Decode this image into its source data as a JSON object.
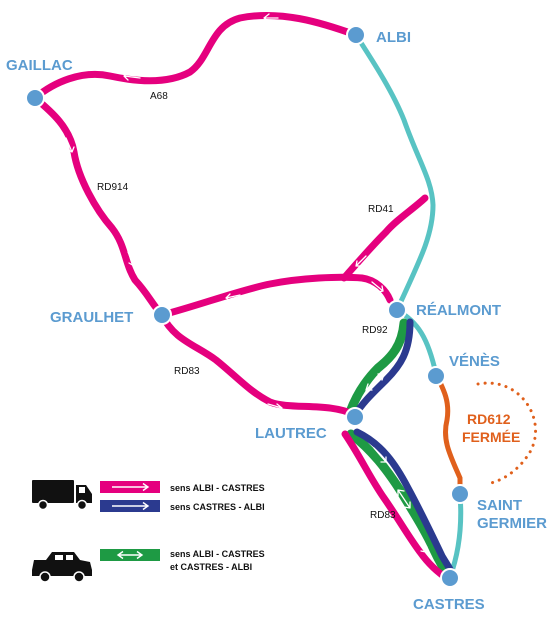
{
  "cities": {
    "albi": "ALBI",
    "gaillac": "GAILLAC",
    "graulhet": "GRAULHET",
    "realmont": "RÉALMONT",
    "venes": "VÉNÈS",
    "lautrec": "LAUTREC",
    "saint_germier_1": "SAINT",
    "saint_germier_2": "GERMIER",
    "castres": "CASTRES"
  },
  "roads": {
    "a68": "A68",
    "rd914": "RD914",
    "rd41": "RD41",
    "rd92": "RD92",
    "rd83_west": "RD83",
    "rd83_south": "RD83"
  },
  "closure": {
    "line1": "RD612",
    "line2": "FERMÉE"
  },
  "legend": {
    "truck_albi_castres": "sens ALBI - CASTRES",
    "truck_castres_albi": "sens CASTRES - ALBI",
    "car_line1": "sens ALBI - CASTRES",
    "car_line2": "et  CASTRES - ALBI"
  },
  "colors": {
    "route_albi_castres": "#e5007e",
    "route_castres_albi": "#2b3a8f",
    "route_both_ways_cars": "#1e9a44",
    "closed_road": "#e0601c",
    "normal_road": "#58c3c3",
    "city_dot": "#5b9bd0",
    "city_label": "#5b9bd0"
  },
  "icons": {
    "heavy_vehicles": "truck-icon",
    "cars": "car-icon"
  }
}
